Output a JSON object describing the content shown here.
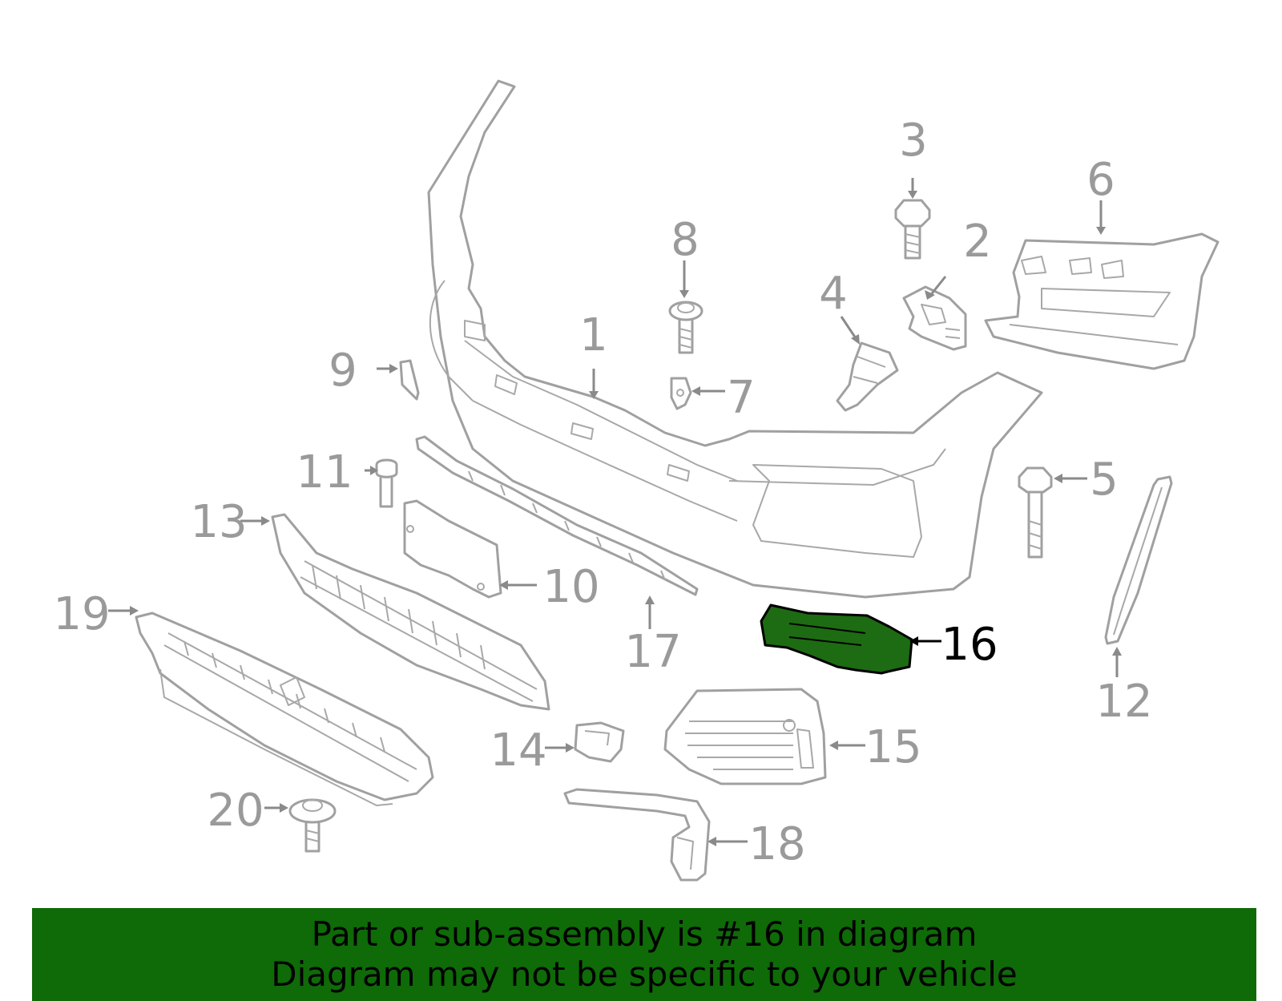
{
  "callouts": {
    "c1": "1",
    "c2": "2",
    "c3": "3",
    "c4": "4",
    "c5": "5",
    "c6": "6",
    "c7": "7",
    "c8": "8",
    "c9": "9",
    "c10": "10",
    "c11": "11",
    "c12": "12",
    "c13": "13",
    "c14": "14",
    "c15": "15",
    "c16": "16",
    "c17": "17",
    "c18": "18",
    "c19": "19",
    "c20": "20"
  },
  "highlighted_part": "16",
  "colors": {
    "highlight_fill": "#1d6b12",
    "banner_bg": "#0f6a08",
    "line_gray": "#a0a0a0",
    "label_gray": "#9a9a9a"
  },
  "banner": {
    "line1": "Part or sub-assembly is #16 in diagram",
    "line2": "Diagram may not be specific to your vehicle"
  }
}
